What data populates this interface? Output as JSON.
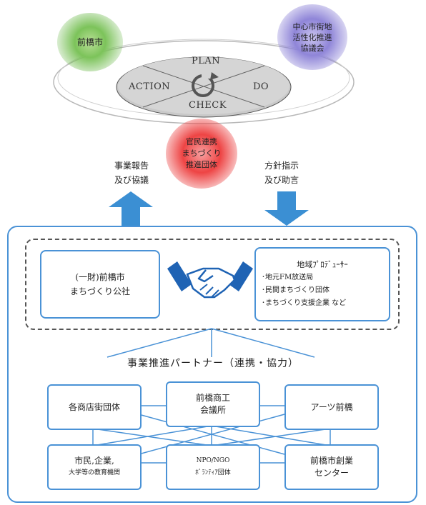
{
  "orbs": {
    "green": [
      "前橋市"
    ],
    "purple": [
      "中心市街地",
      "活性化推進",
      "協議会"
    ],
    "red": [
      "官民連携",
      "まちづくり",
      "推進団体"
    ]
  },
  "pdca": {
    "plan": "PLAN",
    "do": "DO",
    "check": "CHECK",
    "action": "ACTION"
  },
  "arrows": {
    "left_text": [
      "事業報告",
      "及び協議"
    ],
    "right_text": [
      "方針指示",
      "及び助言"
    ],
    "color": "#3b8fd3"
  },
  "upper_group": {
    "company": [
      "(一財)前橋市",
      "まちづくり公社"
    ],
    "region_title": "地域ﾌﾟﾛﾃﾞｭｰｻｰ",
    "region_items": [
      "･地元FM放送局",
      "･民間まちづくり団体",
      "･まちづくり支援企業 など"
    ]
  },
  "partners_title": "事業推進パートナー（連携・協力）",
  "partners": {
    "top": [
      [
        "各商店街団体"
      ],
      [
        "前橋商工",
        "会議所"
      ],
      [
        "アーツ前橋"
      ]
    ],
    "bottom": [
      [
        "市民,企業,",
        "大学等の教育機関"
      ],
      [
        "NPO/NGO",
        "ﾎﾞﾗﾝﾃｨｱ団体"
      ],
      [
        "前橋市創業",
        "センター"
      ]
    ]
  },
  "colors": {
    "box_border": "#4a92d6",
    "arrow": "#3b8fd3",
    "disk": "#c8c8c8"
  }
}
